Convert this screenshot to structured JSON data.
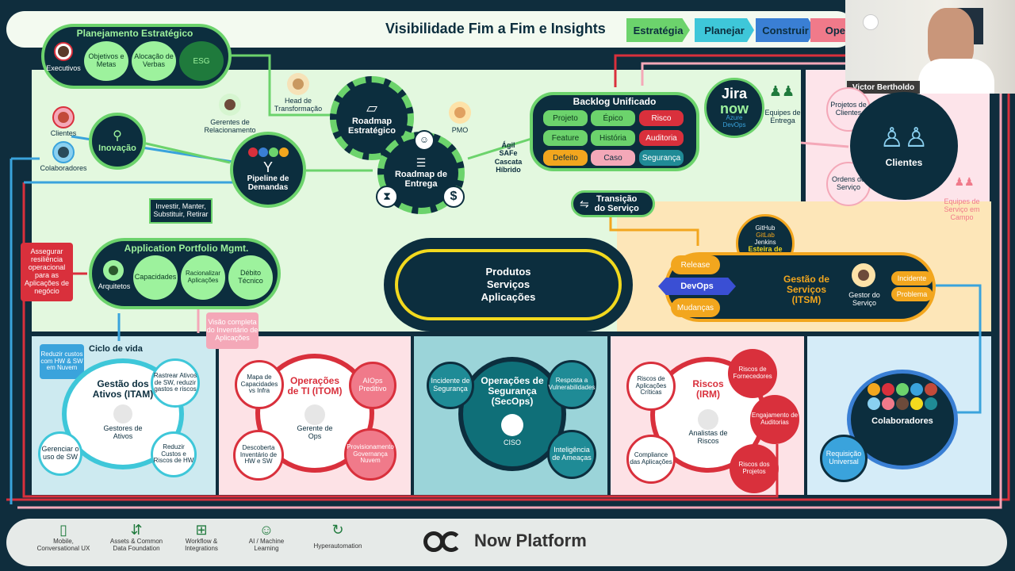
{
  "header": {
    "title": "Visibilidade Fim a Fim e Insights",
    "phases": [
      "Estratégia",
      "Planejar",
      "Construir",
      "Ope"
    ]
  },
  "video": {
    "presenter": "Victor Bertholdo"
  },
  "planejamento": {
    "title": "Planejamento Estratégico",
    "executivos": "Executivos",
    "items": [
      "Objetivos e Metas",
      "Alocação de Verbas",
      "ESG"
    ]
  },
  "left_people": {
    "clientes": "Clientes",
    "colaboradores": "Colaboradores"
  },
  "inovacao": "Inovação",
  "gerentes": "Gerentes de Relacionamento",
  "head": "Head de Transformação",
  "pipeline": "Pipeline de Demandas",
  "investir": "Investir, Manter, Substituir, Retirar",
  "roadmap_estrategico": "Roadmap Estratégico",
  "roadmap_entrega": "Roadmap de Entrega",
  "pmo": "PMO",
  "agil": [
    "Ágil",
    "SAFe",
    "Cascata",
    "Híbrido"
  ],
  "backlog": {
    "title": "Backlog Unificado",
    "items": [
      "Projeto",
      "Épico",
      "Risco",
      "Feature",
      "História",
      "Auditoria",
      "Defeito",
      "Caso",
      "Segurança"
    ]
  },
  "jira": {
    "jira": "Jira",
    "now": "now",
    "azure": "Azure DevOps",
    "equipes": "Equipes de Entrega"
  },
  "transicao": "Transição do Serviço",
  "clientes_panel": {
    "projetos": "Projetos de Clientes",
    "ordens": "Ordens de Serviço",
    "clientes": "Clientes",
    "equipes_campo": "Equipes de Serviço em Campo"
  },
  "assegurar": "Assegurar resiliência operacional para as Aplicações de negócio",
  "apm": {
    "title": "Application Portfolio Mgmt.",
    "arquitetos": "Arquitetos",
    "items": [
      "Capacidades",
      "Racionalizar Aplicações",
      "Débito Técnico"
    ]
  },
  "visao": "Visão completa do Inventário de Aplicações",
  "center": "Produtos Serviços Aplicações",
  "itsm": {
    "github": "GitHub",
    "gitlab": "GitLab",
    "jenkins": "Jenkins",
    "esteira": "Esteira de CI/CD",
    "release": "Release",
    "devops": "DevOps",
    "mudancas": "Mudanças",
    "title": "Gestão de Serviços (ITSM)",
    "gestor": "Gestor do Serviço",
    "incidente": "Incidente",
    "problema": "Problema"
  },
  "itam": {
    "reduzir_custos": "Reduzir custos com HW & SW em Nuvem",
    "ciclo": "Ciclo de vida",
    "title": "Gestão dos Ativos (ITAM)",
    "rastrear": "Rastrear Ativos de SW, reduzir gastos e riscos",
    "gestores": "Gestores de Ativos",
    "gerenciar": "Gerenciar o uso de SW",
    "reduzir_hw": "Reduzir Custos e Riscos de HW"
  },
  "itom": {
    "mapa": "Mapa de Capacidades vs Infra",
    "title": "Operações de TI (ITOM)",
    "aiops": "AIOps Preditivo",
    "descoberta": "Descoberta Inventário de HW e SW",
    "gerente": "Gerente de Ops",
    "provisionamento": "Provisionamento Governança Nuvem"
  },
  "secops": {
    "incidente": "Incidente de Segurança",
    "title": "Operações de Segurança (SecOps)",
    "resposta": "Resposta a Vulnerabilidades",
    "ciso": "CISO",
    "inteligencia": "Inteligência de Ameaças"
  },
  "irm": {
    "aplicacoes": "Riscos de Aplicações Críticas",
    "title": "Riscos (IRM)",
    "fornecedores": "Riscos de Fornecedores",
    "engajamento": "Engajamento de Auditorias",
    "compliance": "Compliance das Aplicações",
    "analistas": "Analistas de Riscos",
    "projetos": "Riscos dos Projetos"
  },
  "colab": {
    "title": "Colaboradores",
    "requisicao": "Requisição Universal"
  },
  "footer": {
    "items": [
      "Mobile, Conversational UX",
      "Assets & Common Data Foundation",
      "Workflow & Integrations",
      "AI / Machine Learning",
      "Hyperautomation"
    ],
    "brand": "Now Platform"
  },
  "colors": {
    "green": "#6cd36c",
    "navy": "#0c2e3e",
    "red": "#d9303c",
    "blue": "#3aa3dc",
    "teal": "#1f8b96",
    "orange": "#f2a61e"
  }
}
